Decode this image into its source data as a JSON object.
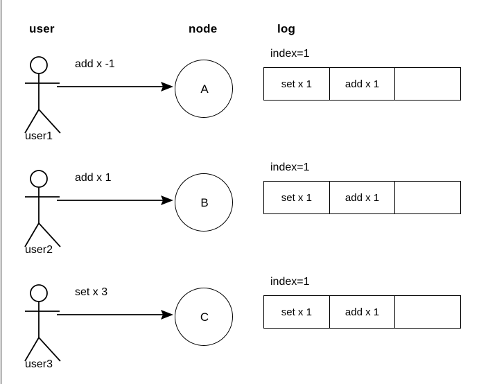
{
  "headers": {
    "user": "user",
    "node": "node",
    "log": "log"
  },
  "rows": [
    {
      "actor_label": "user1",
      "message": "add x -1",
      "node": "A",
      "log": {
        "index_label": "index=1",
        "cells": [
          "set x 1",
          "add x 1",
          ""
        ]
      }
    },
    {
      "actor_label": "user2",
      "message": "add x 1",
      "node": "B",
      "log": {
        "index_label": "index=1",
        "cells": [
          "set x 1",
          "add x 1",
          ""
        ]
      }
    },
    {
      "actor_label": "user3",
      "message": "set x 3",
      "node": "C",
      "log": {
        "index_label": "index=1",
        "cells": [
          "set x 1",
          "add x 1",
          ""
        ]
      }
    }
  ],
  "colors": {
    "stroke": "#000000",
    "background": "#ffffff",
    "text": "#000000"
  }
}
